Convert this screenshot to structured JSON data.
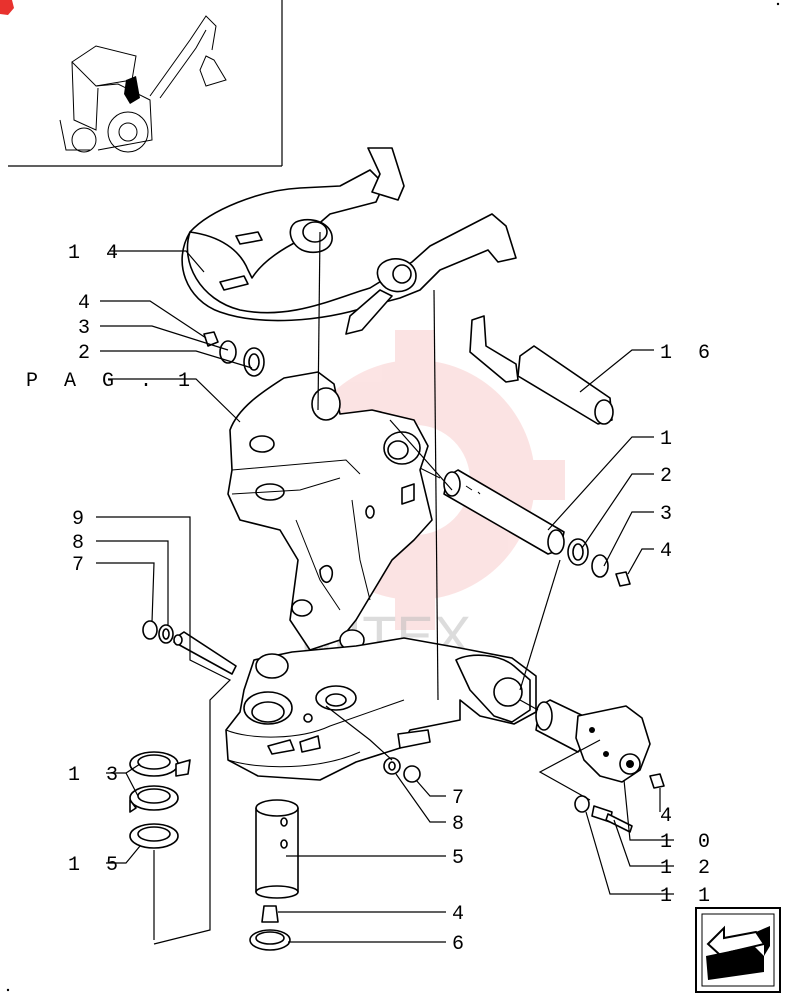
{
  "watermark": {
    "text": "MITEX",
    "color": "#e8322e"
  },
  "labels_left": [
    {
      "id": "14",
      "text": "1 4"
    },
    {
      "id": "4a",
      "text": "4"
    },
    {
      "id": "3a",
      "text": "3"
    },
    {
      "id": "2a",
      "text": "2"
    },
    {
      "id": "pag",
      "text": "P A G .   1"
    },
    {
      "id": "9",
      "text": "9"
    },
    {
      "id": "8a",
      "text": "8"
    },
    {
      "id": "7a",
      "text": "7"
    },
    {
      "id": "13",
      "text": "1 3"
    },
    {
      "id": "15",
      "text": "1 5"
    }
  ],
  "labels_right": [
    {
      "id": "16",
      "text": "1 6"
    },
    {
      "id": "1",
      "text": "1"
    },
    {
      "id": "2b",
      "text": "2"
    },
    {
      "id": "3b",
      "text": "3"
    },
    {
      "id": "4b",
      "text": "4"
    },
    {
      "id": "7b",
      "text": "7"
    },
    {
      "id": "8b",
      "text": "8"
    },
    {
      "id": "5",
      "text": "5"
    },
    {
      "id": "4c",
      "text": "4"
    },
    {
      "id": "6",
      "text": "6"
    },
    {
      "id": "4d",
      "text": "4"
    },
    {
      "id": "10",
      "text": "1 0"
    },
    {
      "id": "12",
      "text": "1 2"
    },
    {
      "id": "11",
      "text": "1 1"
    }
  ],
  "nav": {
    "icon": "arrow-left-icon"
  },
  "thumbnail": {
    "icon": "backhoe-loader-icon"
  },
  "corner_mark": {
    "color": "#e8322e"
  }
}
